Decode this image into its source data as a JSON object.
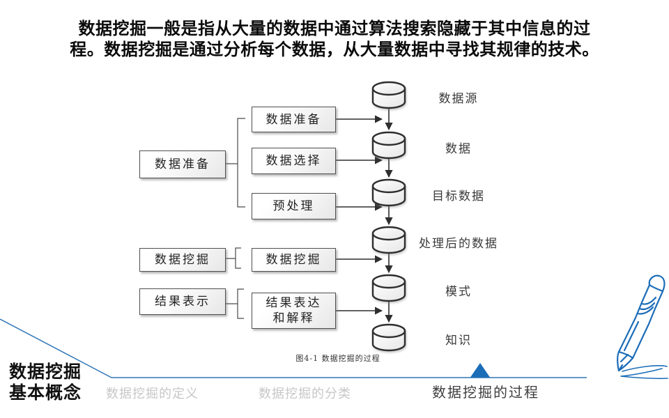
{
  "intro": "数据挖掘一般是指从大量的数据中通过算法搜索隐藏于其中信息的过\n程。数据挖掘是通过分析每个数据，从大量数据中寻找其规律的技术。",
  "diagram": {
    "phase_boxes": [
      {
        "label": "数据准备"
      },
      {
        "label": "数据挖掘"
      },
      {
        "label": "结果表示"
      }
    ],
    "step_boxes": [
      {
        "label": "数据准备"
      },
      {
        "label": "数据选择"
      },
      {
        "label": "预处理"
      },
      {
        "label": "数据挖掘"
      },
      {
        "label": "结果表达\n和解释"
      }
    ],
    "data_stores": [
      {
        "label": "数据源"
      },
      {
        "label": "数据"
      },
      {
        "label": "目标数据"
      },
      {
        "label": "处理后的数据"
      },
      {
        "label": "模式"
      },
      {
        "label": "知识"
      }
    ],
    "caption": "图4-1 数据挖掘的过程"
  },
  "footer": {
    "section_title": "数据挖掘\n基本概念",
    "tabs": [
      {
        "label": "数据挖掘的定义",
        "active": false
      },
      {
        "label": "数据挖掘的分类",
        "active": false
      },
      {
        "label": "数据挖掘的过程",
        "active": true
      }
    ]
  },
  "colors": {
    "accent_line_blue": "#2e75b6",
    "indicator_blue": "#1b6db8",
    "pencil_blue": "#1b6db8",
    "diagram_stroke": "#2e2e2e",
    "tab_inactive": "#c7c7c7",
    "tab_active": "#3d3d3d"
  }
}
